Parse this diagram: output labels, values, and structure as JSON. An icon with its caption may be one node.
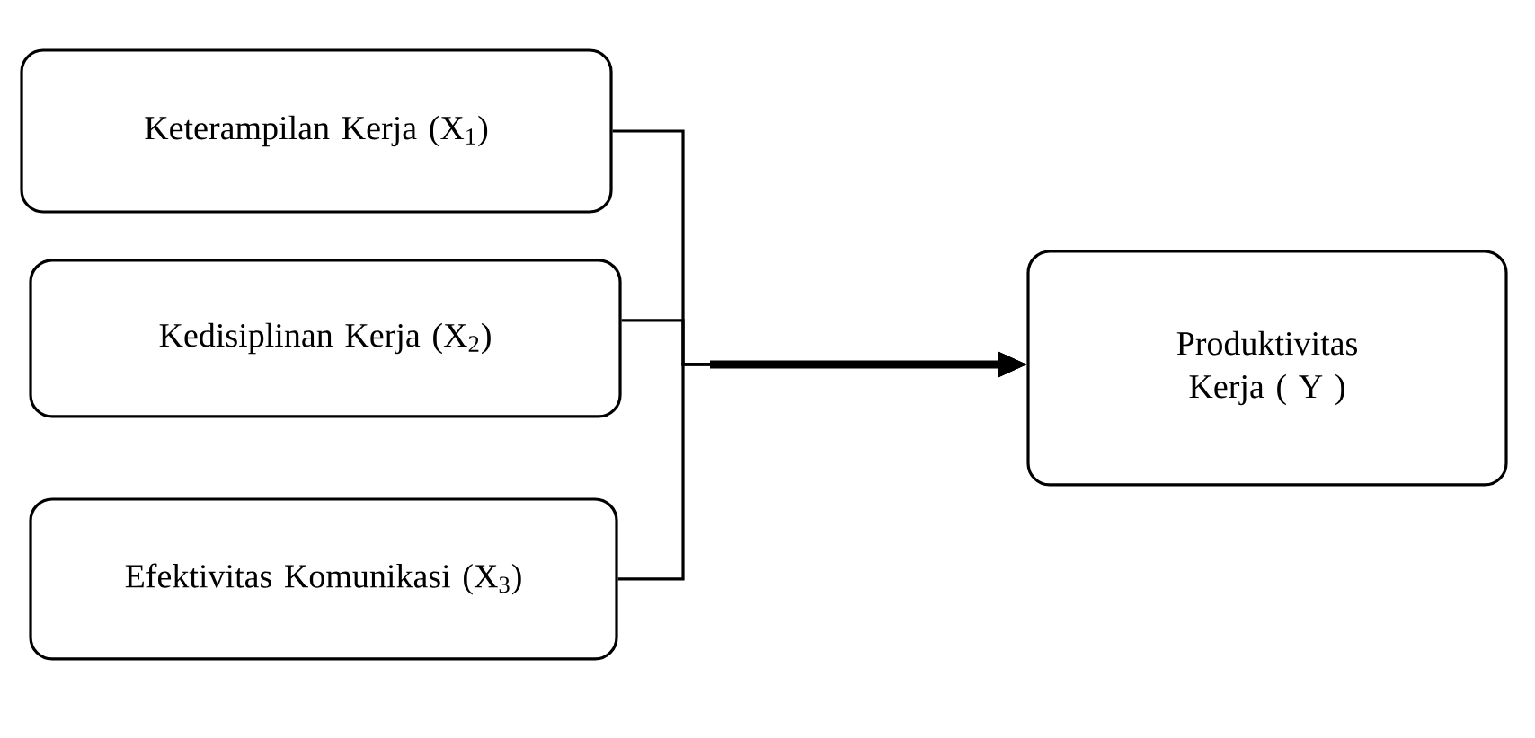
{
  "diagram": {
    "nodes": [
      {
        "text": [
          "Keterampilan Kerja (X$_{1}$)"
        ]
      },
      {
        "text": [
          "Kedisiplinan Kerja (X$_{2}$)"
        ]
      },
      {
        "text": [
          "Efektivitas Komunikasi (X$_{3}$)"
        ]
      },
      {
        "text": [
          "Produktivitas Kerja ( Y )"
        ]
      }
    ],
    "edges": [
      {
        "from": 0,
        "to": 3,
        "arrow": "to"
      },
      {
        "from": 1,
        "to": 3,
        "arrow": "to"
      },
      {
        "from": 2,
        "to": 3,
        "arrow": "to"
      }
    ]
  }
}
